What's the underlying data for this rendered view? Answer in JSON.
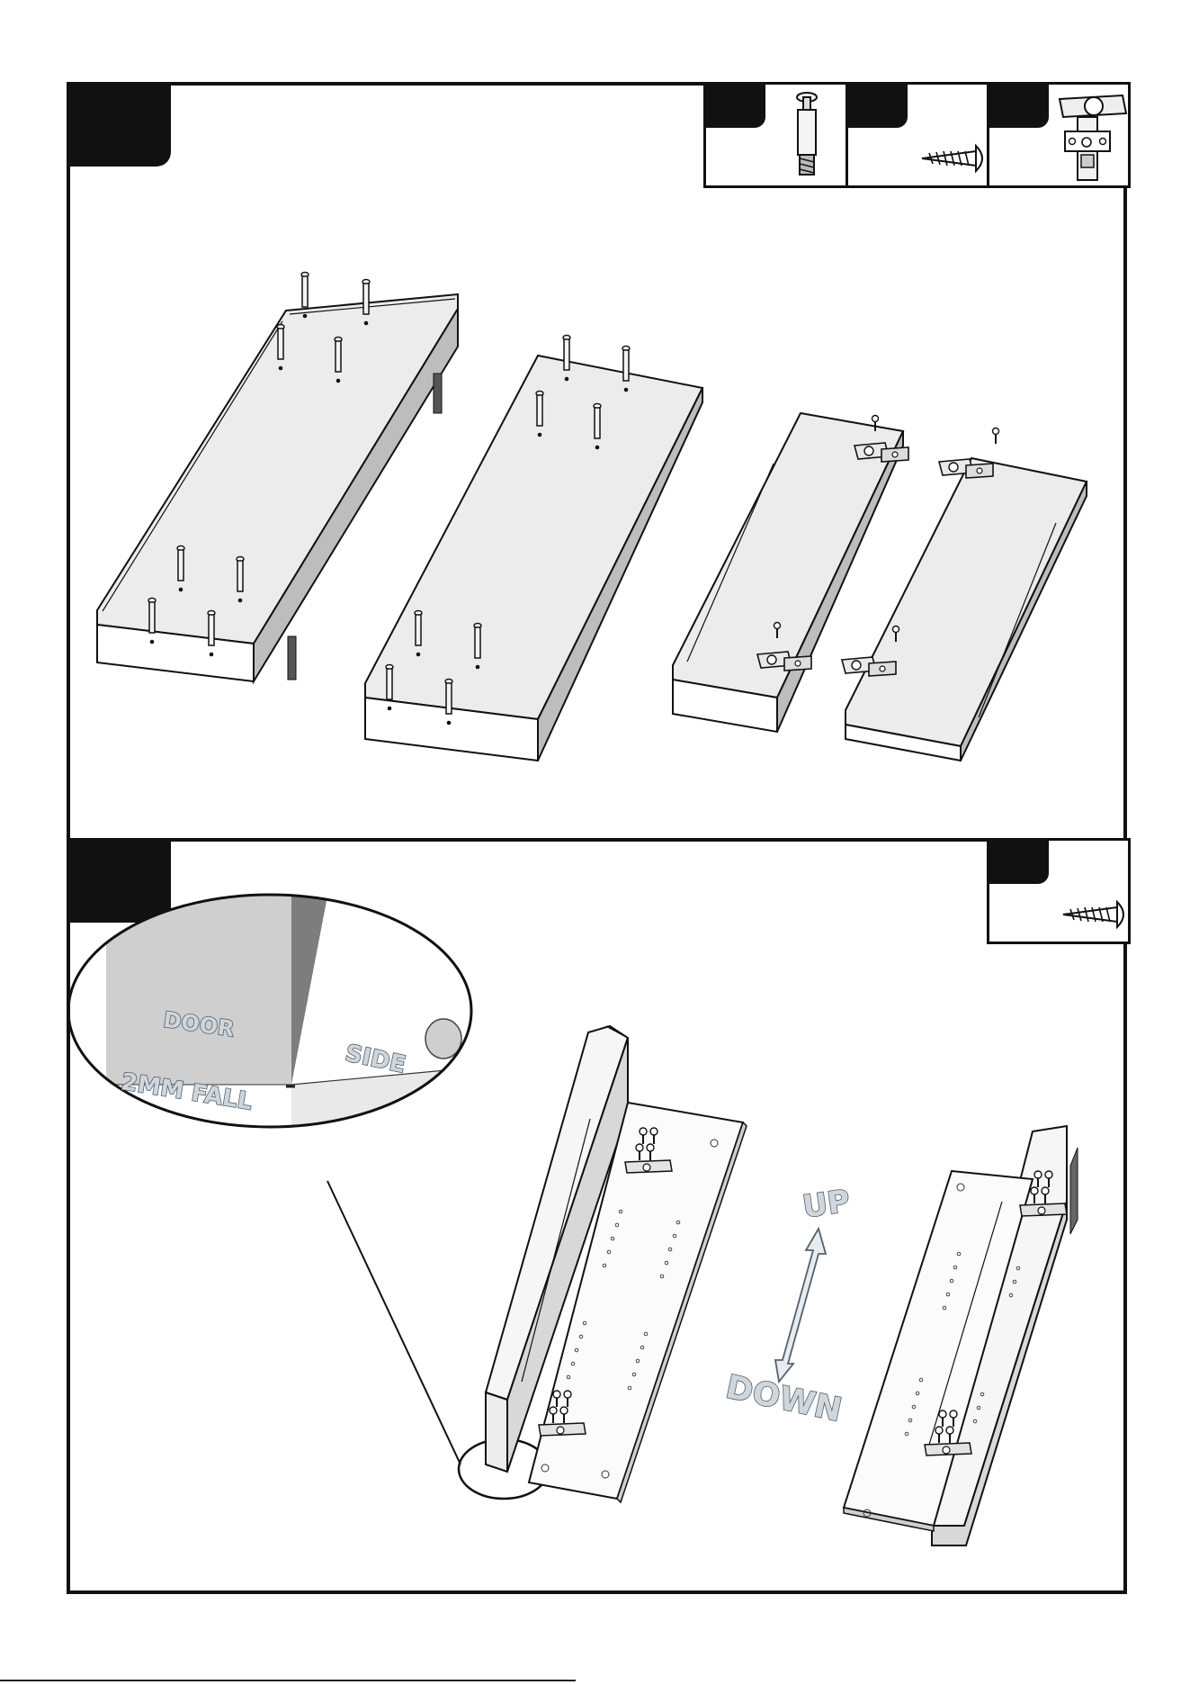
{
  "step1": {
    "parts": [
      {
        "icon": "cam-bolt-icon"
      },
      {
        "icon": "screw-icon"
      },
      {
        "icon": "hinge-icon"
      }
    ]
  },
  "step2": {
    "parts": [
      {
        "icon": "screw-icon"
      }
    ],
    "zoom": {
      "door_label": "DOOR",
      "side_label": "SIDE",
      "fall_label": "2MM FALL"
    },
    "direction": {
      "up_label": "UP",
      "down_label": "DOWN"
    }
  },
  "colors": {
    "frame": "#111111",
    "panel_face": "#ececec",
    "panel_edge": "#ffffff",
    "panel_shade": "#bdbdbd",
    "label_fill": "#cfd6dc",
    "label_stroke": "#55606a"
  }
}
